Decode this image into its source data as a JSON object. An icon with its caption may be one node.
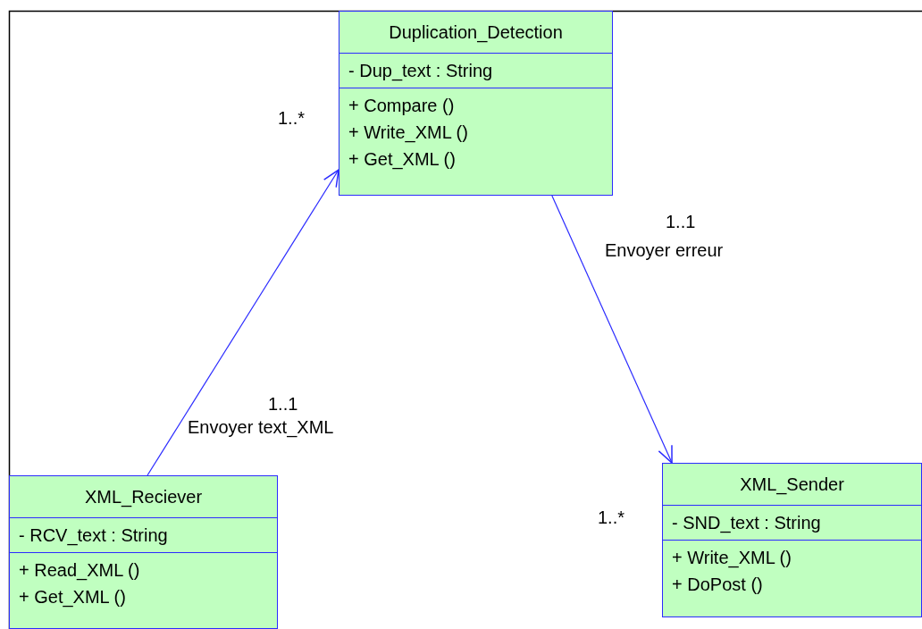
{
  "diagram": {
    "nodes": [
      {
        "text": [
          "Duplication_Detection",
          "- Dup_text : String",
          "+ Compare ()",
          "+ Write_XML ()",
          "+ Get_XML ()"
        ]
      },
      {
        "text": [
          "XML_Sender",
          "- SND_text : String",
          "+ Write_XML ()",
          "+ DoPost ()"
        ]
      },
      {
        "text": [
          "XML_Reciever",
          "- RCV_text : String",
          "+ Read_XML ()",
          "+ Get_XML ()"
        ]
      }
    ],
    "edges": [
      {
        "from": 2,
        "to": 0,
        "arrow": "to",
        "label": "Envoyer text_XML"
      },
      {
        "from": 0,
        "to": 1,
        "arrow": "to",
        "label": "Envoyer erreur"
      }
    ],
    "labels": [
      "1..*",
      "1..1",
      "1..1",
      "1..*"
    ]
  }
}
